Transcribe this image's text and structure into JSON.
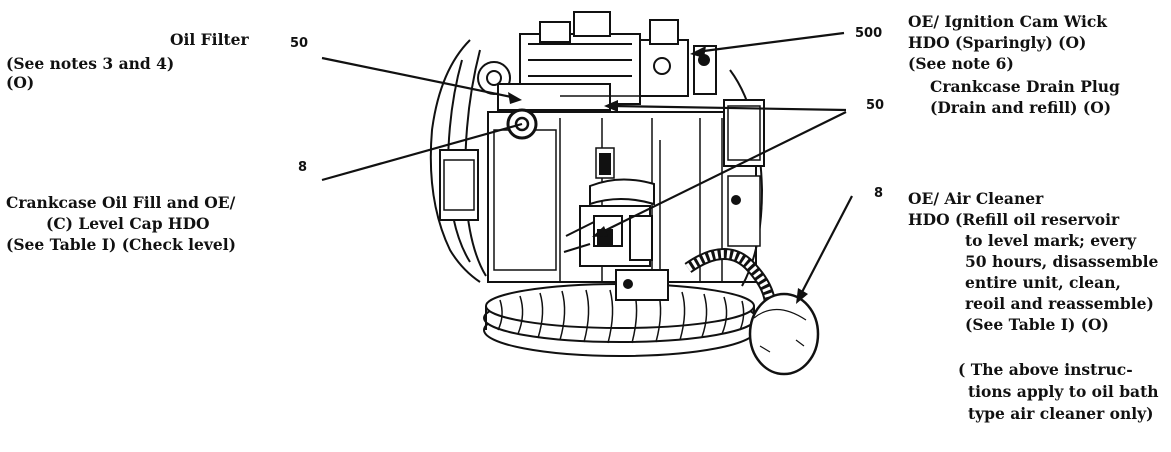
{
  "left_callouts": {
    "oil_filter": {
      "hours": "50",
      "lines": [
        "Oil Filter",
        "(See notes 3 and 4)",
        "(O)"
      ]
    },
    "crankcase_fill": {
      "hours": "8",
      "lines": [
        "Crankcase Oil Fill and OE/",
        "(C) Level Cap HDO",
        "(See Table I)   (Check level)"
      ]
    }
  },
  "right_callouts": {
    "ignition_cam": {
      "hours": "500",
      "lines": [
        "OE/   Ignition Cam Wick",
        "HDO   (Sparingly) (O)",
        "(See note 6)"
      ]
    },
    "drain_plug": {
      "hours": "50",
      "lines": [
        "Crankcase Drain Plug",
        "(Drain and refill) (O)"
      ]
    },
    "air_cleaner": {
      "hours": "8",
      "lines": [
        "OE/   Air Cleaner",
        "HDO   (Refill oil reservoir",
        "to level mark; every",
        "50 hours, disassemble",
        "entire unit, clean,",
        "reoil and reassemble)",
        "(See Table I) (O)"
      ]
    },
    "note": {
      "lines": [
        "( The above instruc-",
        "tions apply to oil bath",
        "type air cleaner only)"
      ]
    }
  },
  "colors": {
    "ink": "#111111",
    "paper": "#ffffff",
    "shade": "#cfcfcf"
  }
}
